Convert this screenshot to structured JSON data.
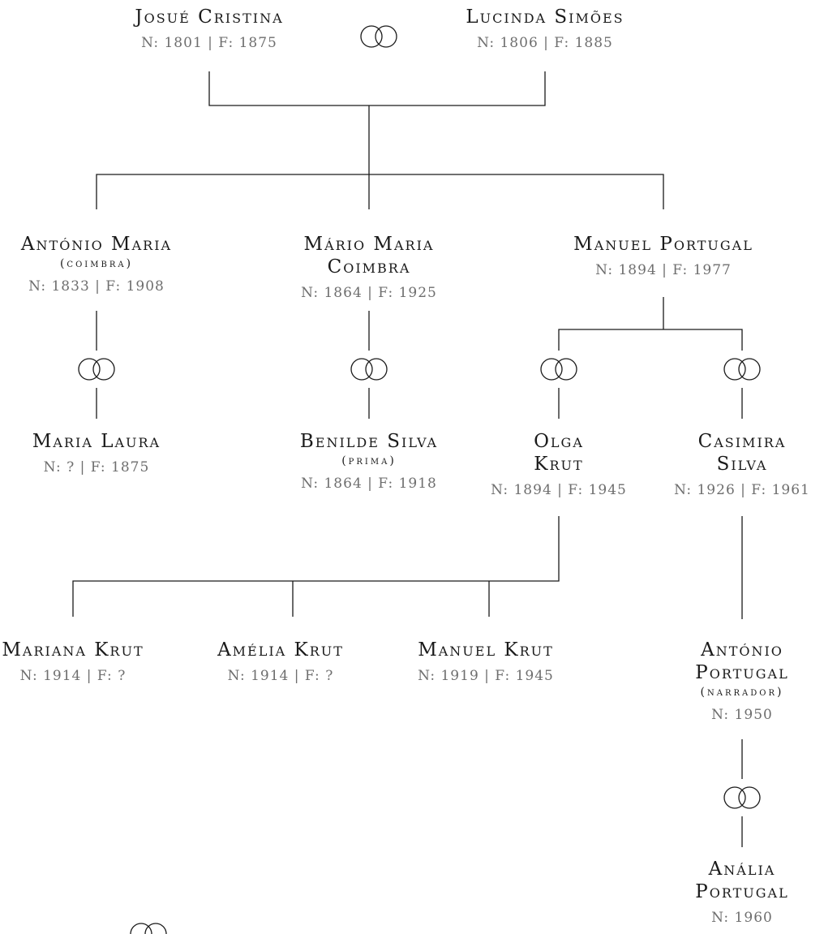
{
  "people": {
    "josue": {
      "name": "Josué Cristina",
      "dates": "N: 1801 | F: 1875"
    },
    "lucinda": {
      "name": "Lucinda Simões",
      "dates": "N: 1806 | F: 1885"
    },
    "antonio_maria": {
      "name": "António Maria",
      "note": "(coimbra)",
      "dates": "N: 1833 | F: 1908"
    },
    "mario": {
      "name1": "Mário Maria",
      "name2": "Coimbra",
      "dates": "N: 1864 | F: 1925"
    },
    "manuel_portugal": {
      "name": "Manuel Portugal",
      "dates": "N: 1894 | F: 1977"
    },
    "maria_laura": {
      "name": "Maria Laura",
      "dates": "N: ? | F: 1875"
    },
    "benilde": {
      "name": "Benilde Silva",
      "note": "(prima)",
      "dates": "N: 1864 | F: 1918"
    },
    "olga": {
      "name1": "Olga",
      "name2": "Krut",
      "dates": "N: 1894 | F: 1945"
    },
    "casimira": {
      "name1": "Casimira",
      "name2": "Silva",
      "dates": "N: 1926 | F: 1961"
    },
    "mariana": {
      "name": "Mariana Krut",
      "dates": "N: 1914 | F: ?"
    },
    "amelia": {
      "name": "Amélia Krut",
      "dates": "N: 1914 | F: ?"
    },
    "manuel_krut": {
      "name": "Manuel Krut",
      "dates": "N: 1919 | F: 1945"
    },
    "antonio_portugal": {
      "name1": "António",
      "name2": "Portugal",
      "note": "(narrador)",
      "dates": "N: 1950"
    },
    "analia": {
      "name1": "Anália",
      "name2": "Portugal",
      "dates": "N: 1960"
    }
  },
  "colors": {
    "line": "#1a1a1a",
    "dates": "#6e6e6e"
  },
  "icons": {
    "marriage": "marriage-rings-icon"
  }
}
